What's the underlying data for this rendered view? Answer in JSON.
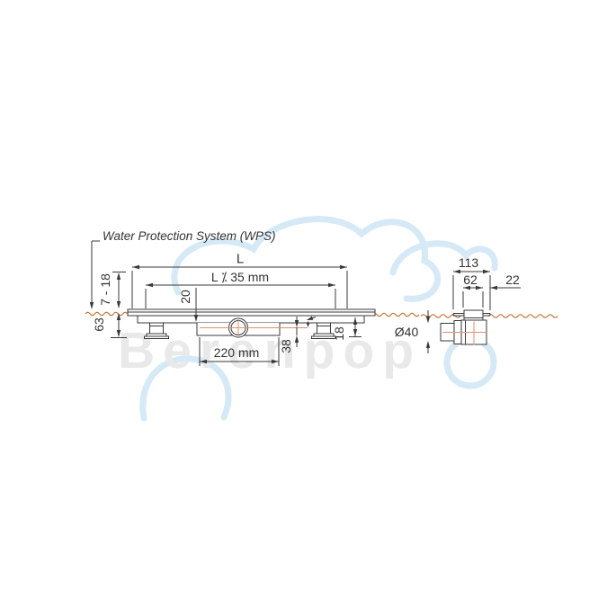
{
  "watermark": {
    "text": "Berenpop"
  },
  "annotation": {
    "wps": "Water Protection System (WPS)"
  },
  "dimensions": {
    "total_length": "L",
    "grate_length": "L ⁒ 35 mm",
    "grate_height_range": "7 - 18",
    "edge_depth": "20",
    "body_depth": "63",
    "outlet_box_width": "220 mm",
    "outlet_center_depth": "38",
    "flange_depth": "18",
    "side_total_width": "113",
    "trap_width": "62",
    "side_offset": "22",
    "pipe_diameter": "Ø40"
  },
  "colors": {
    "line": "#3a3a3a",
    "wave": "#c9793b",
    "center": "#e08f6e",
    "wmtext": "#e9e9e9",
    "wmshape": "#d5e9f6",
    "text": "#333333"
  }
}
